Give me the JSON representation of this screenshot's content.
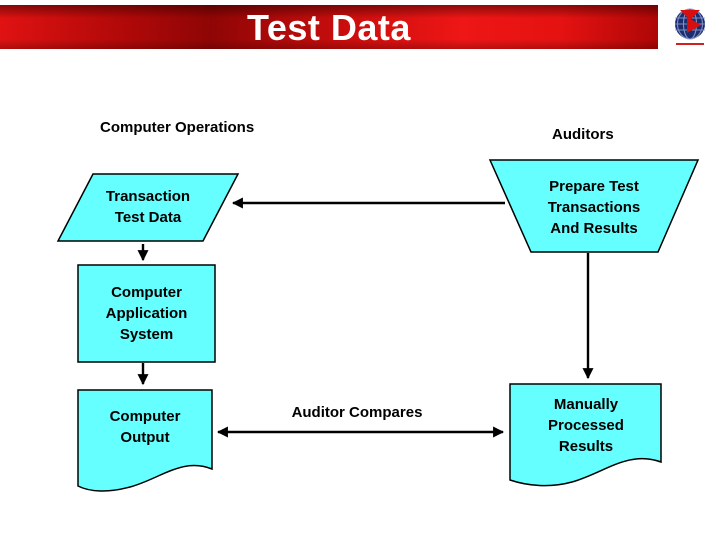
{
  "slide": {
    "title": "Test Data"
  },
  "icons": {
    "logo": "globe-with-red-arrows-logo"
  },
  "colors": {
    "title_bar_red": "#cc0d0d",
    "title_text": "#ffffff",
    "shape_fill": "#66ffff",
    "shape_outline": "#000000",
    "connector": "#000000",
    "logo_navy": "#1b2d6e",
    "logo_red": "#d90e0e"
  },
  "columns": [
    {
      "label": "Computer Operations"
    },
    {
      "label": "Auditors"
    }
  ],
  "nodes": [
    {
      "id": "transaction-test-data",
      "shape": "parallelogram",
      "column": "computer-operations",
      "label": "Transaction\nTest Data"
    },
    {
      "id": "prepare-test-transactions",
      "shape": "inverted-trapezoid",
      "column": "auditors",
      "label": "Prepare Test\nTransactions\nAnd Results"
    },
    {
      "id": "computer-application-system",
      "shape": "rectangle",
      "column": "computer-operations",
      "label": "Computer\nApplication\nSystem"
    },
    {
      "id": "computer-output",
      "shape": "document",
      "column": "computer-operations",
      "label": "Computer\nOutput"
    },
    {
      "id": "manually-processed-results",
      "shape": "document",
      "column": "auditors",
      "label": "Manually\nProcessed\nResults"
    }
  ],
  "edges": [
    {
      "from": "prepare-test-transactions",
      "to": "transaction-test-data",
      "label": "",
      "bidirectional": false
    },
    {
      "from": "transaction-test-data",
      "to": "computer-application-system",
      "label": "",
      "bidirectional": false
    },
    {
      "from": "computer-application-system",
      "to": "computer-output",
      "label": "",
      "bidirectional": false
    },
    {
      "from": "prepare-test-transactions",
      "to": "manually-processed-results",
      "label": "",
      "bidirectional": false
    },
    {
      "from": "computer-output",
      "to": "manually-processed-results",
      "label": "Auditor Compares",
      "bidirectional": true
    }
  ]
}
